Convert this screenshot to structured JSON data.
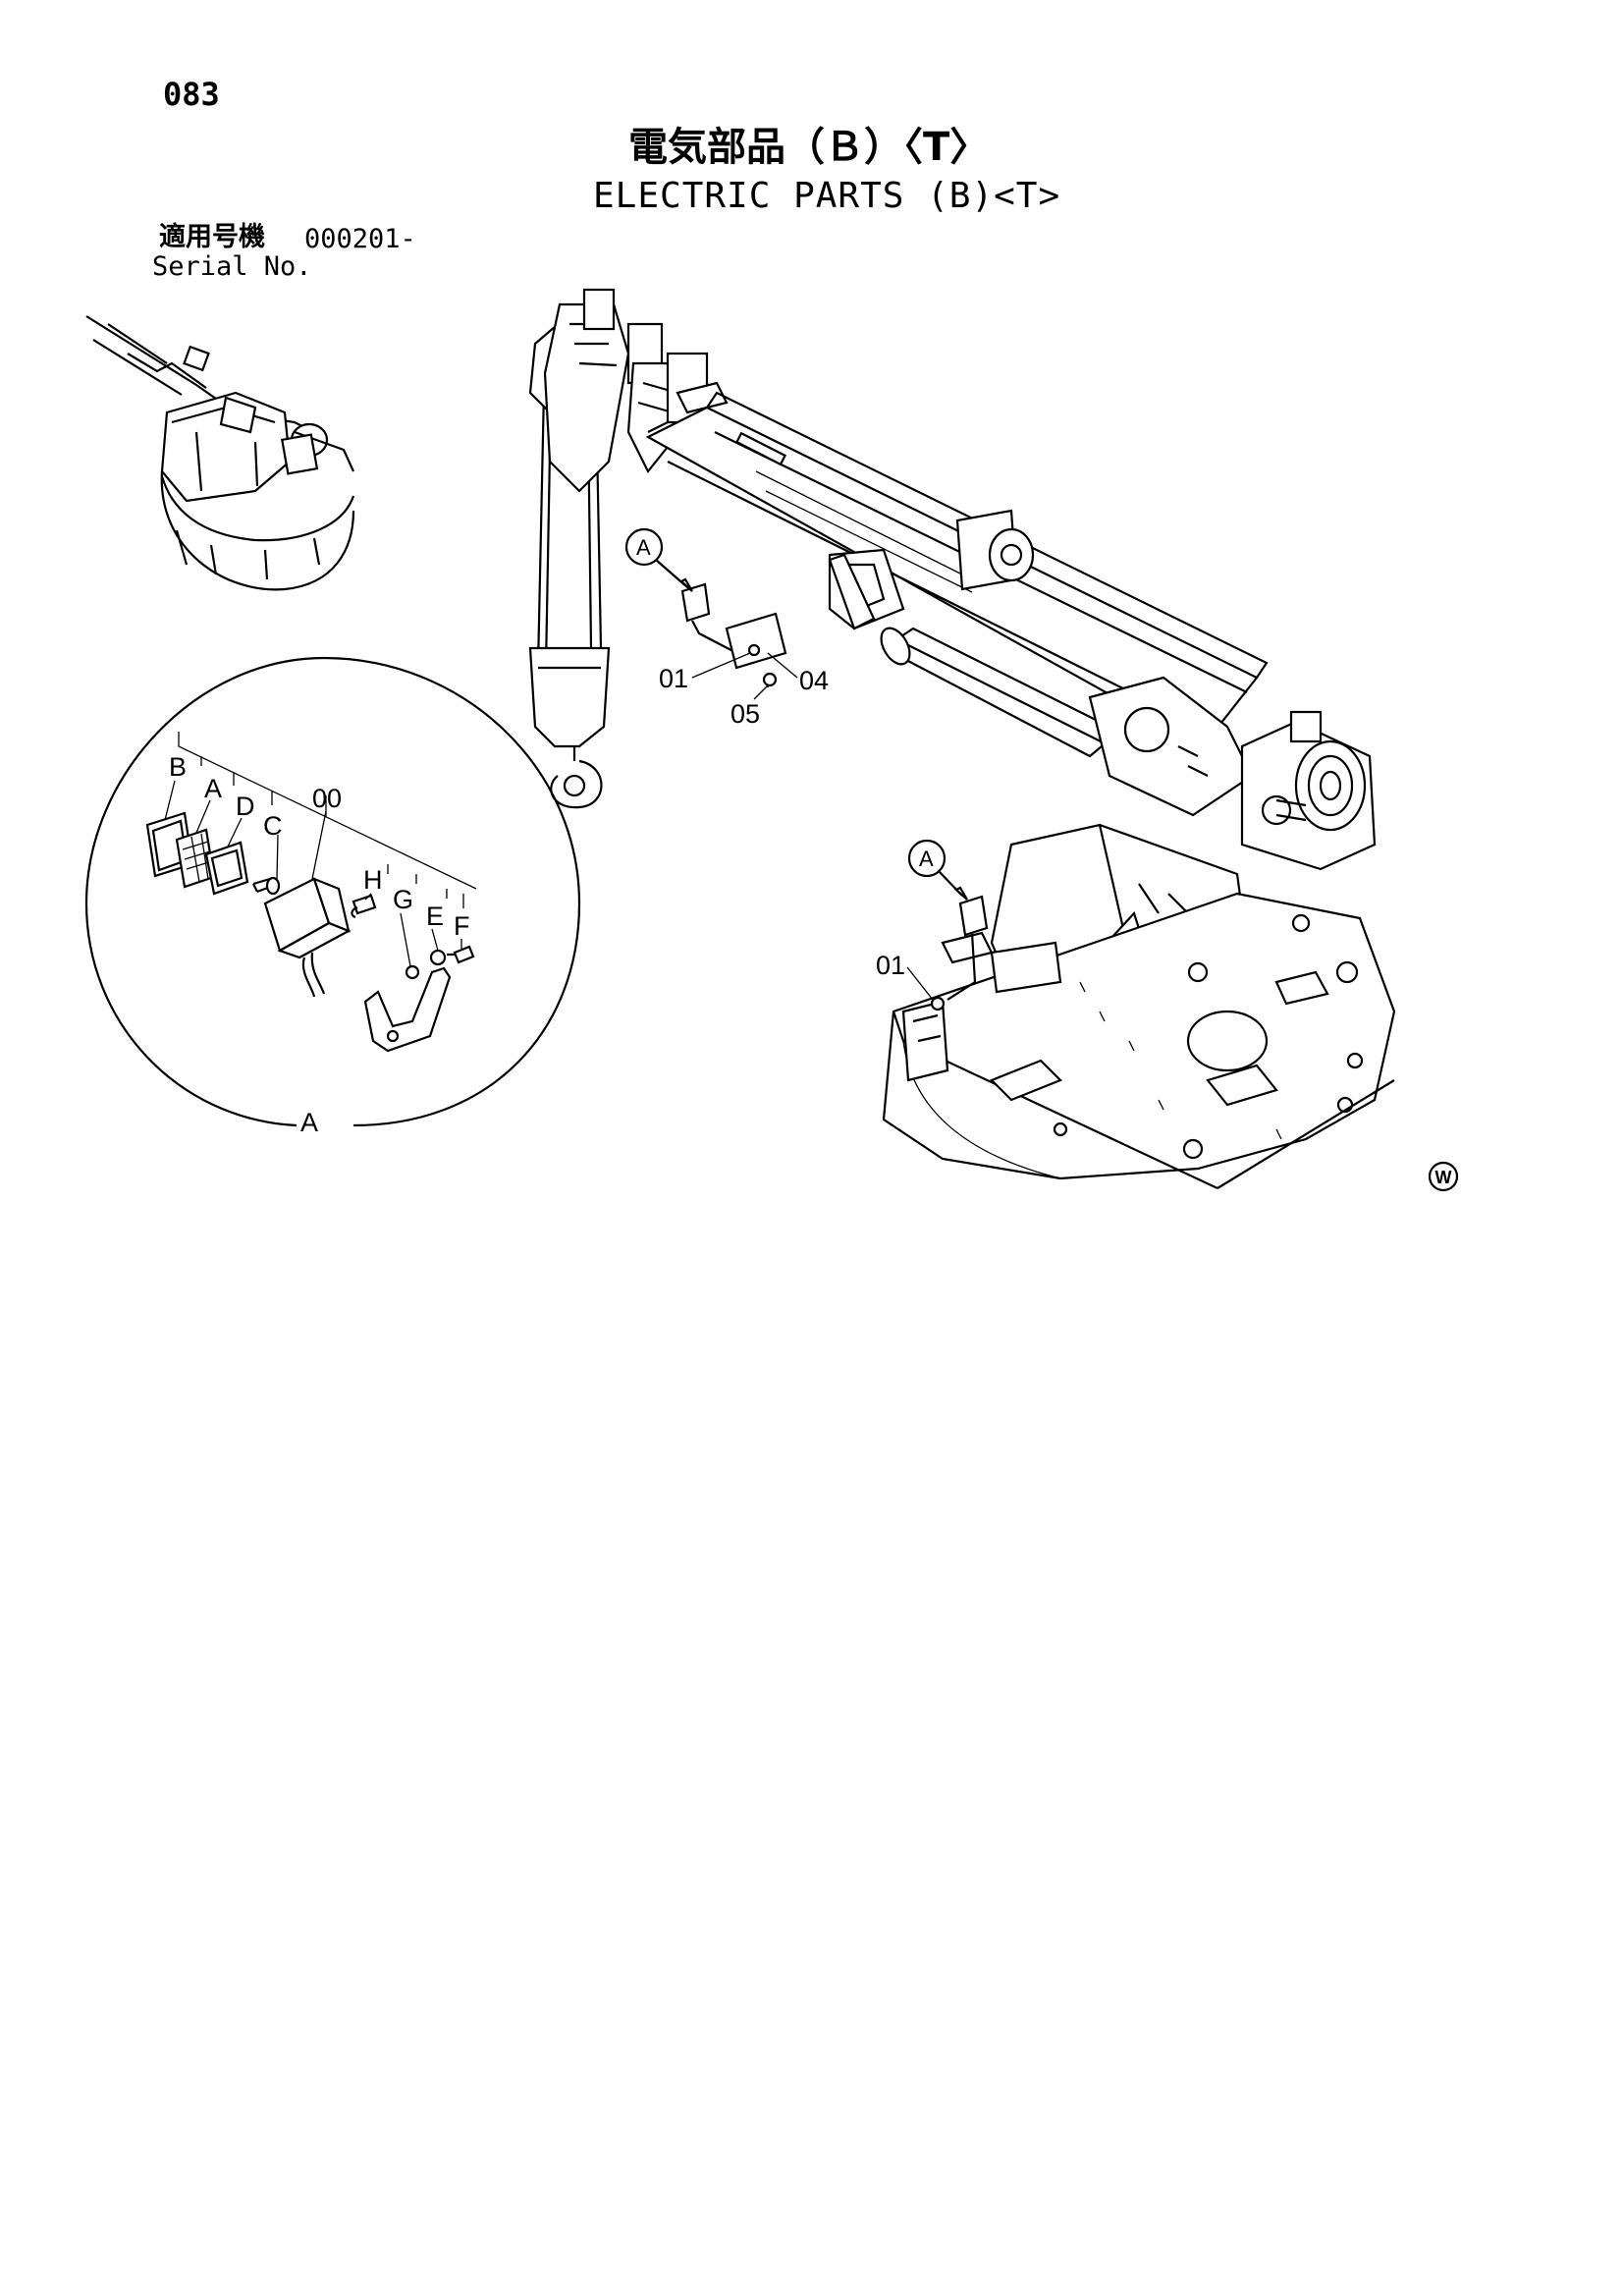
{
  "page_number": "083",
  "title_jp": "電気部品（Ｂ）〈T〉",
  "title_en": "ELECTRIC PARTS (B)<T>",
  "serial": {
    "label_jp": "適用号機",
    "value": "000201-",
    "label_en": "Serial No."
  },
  "detail": {
    "name": "A",
    "callouts": [
      "B",
      "A",
      "D",
      "C",
      "00",
      "H",
      "G",
      "E",
      "F"
    ]
  },
  "main_callouts": {
    "view_a_1": "A",
    "view_a_2": "A",
    "part_01_upper": "01",
    "part_04": "04",
    "part_05": "05",
    "part_01_lower": "01"
  },
  "mark": "W"
}
